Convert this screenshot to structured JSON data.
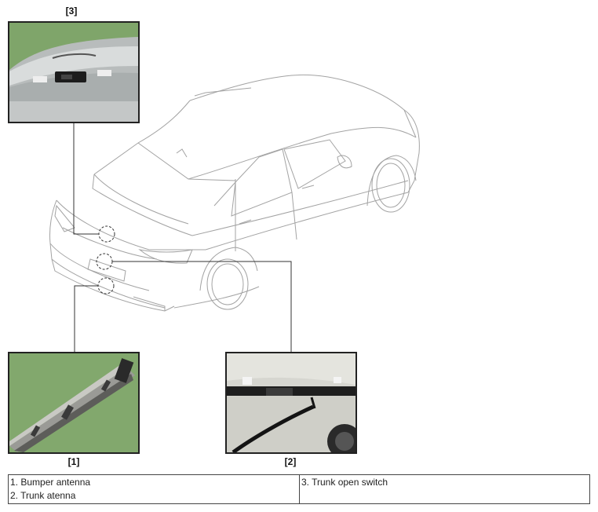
{
  "callouts": {
    "c1": "[1]",
    "c2": "[2]",
    "c3": "[3]"
  },
  "legend": {
    "left": [
      "1. Bumper antenna",
      "2. Trunk atenna"
    ],
    "right": [
      "3. Trunk open switch"
    ]
  },
  "colors": {
    "photo_green": "#7fa56a",
    "line": "#333333",
    "car_outline": "#9a9a9a"
  }
}
